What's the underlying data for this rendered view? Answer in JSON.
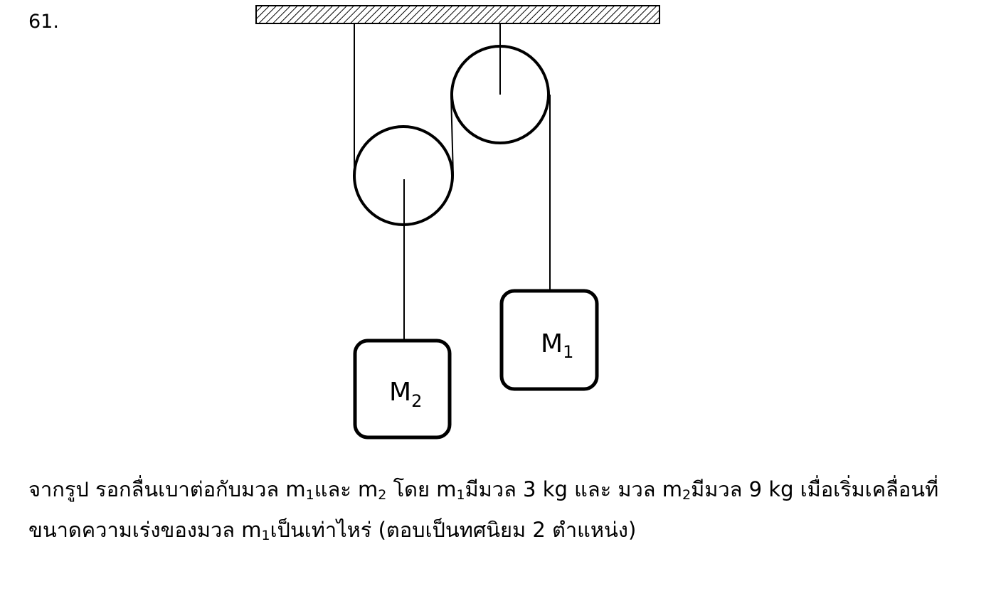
{
  "question_number": "61.",
  "diagram": {
    "mass_1": {
      "letter": "M",
      "sub": "1"
    },
    "mass_2": {
      "letter": "M",
      "sub": "2"
    }
  },
  "question": {
    "line1": {
      "t1": "จากรูป รอกลื่นเบาต่อกับมวล m",
      "s1": "1",
      "t2": "และ m",
      "s2": "2",
      "t3": " โดย m",
      "s3": "1",
      "t4": "มีมวล 3 kg และ มวล m",
      "s4": "2",
      "t5": "มีมวล 9 kg เมื่อเริ่มเคลื่อนที่"
    },
    "line2": {
      "t1": "ขนาดความเร่งของมวล m",
      "s1": "1",
      "t2": "เป็นเท่าไหร่ (ตอบเป็นทศนิยม 2 ตำแหน่ง)"
    }
  },
  "colors": {
    "ink": "#000000",
    "background": "#ffffff"
  }
}
